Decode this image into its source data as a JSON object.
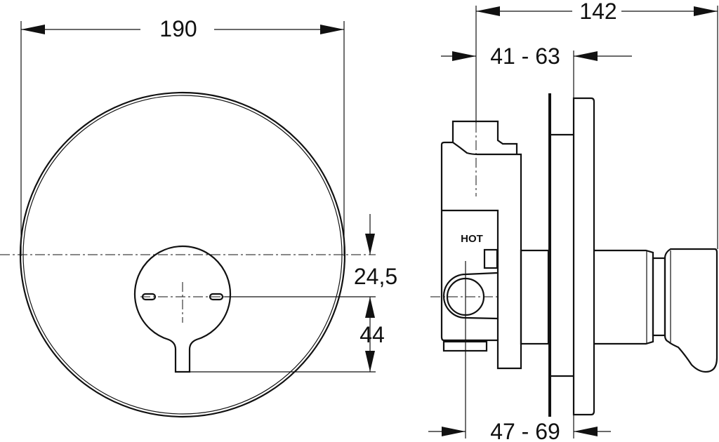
{
  "dimensions": {
    "front_width": "190",
    "offset_vertical": "24,5",
    "lever_length": "44",
    "total_depth": "142",
    "depth_range_top": "41 - 63",
    "depth_range_bottom": "47 - 69"
  },
  "labels": {
    "hot": "HOT"
  }
}
